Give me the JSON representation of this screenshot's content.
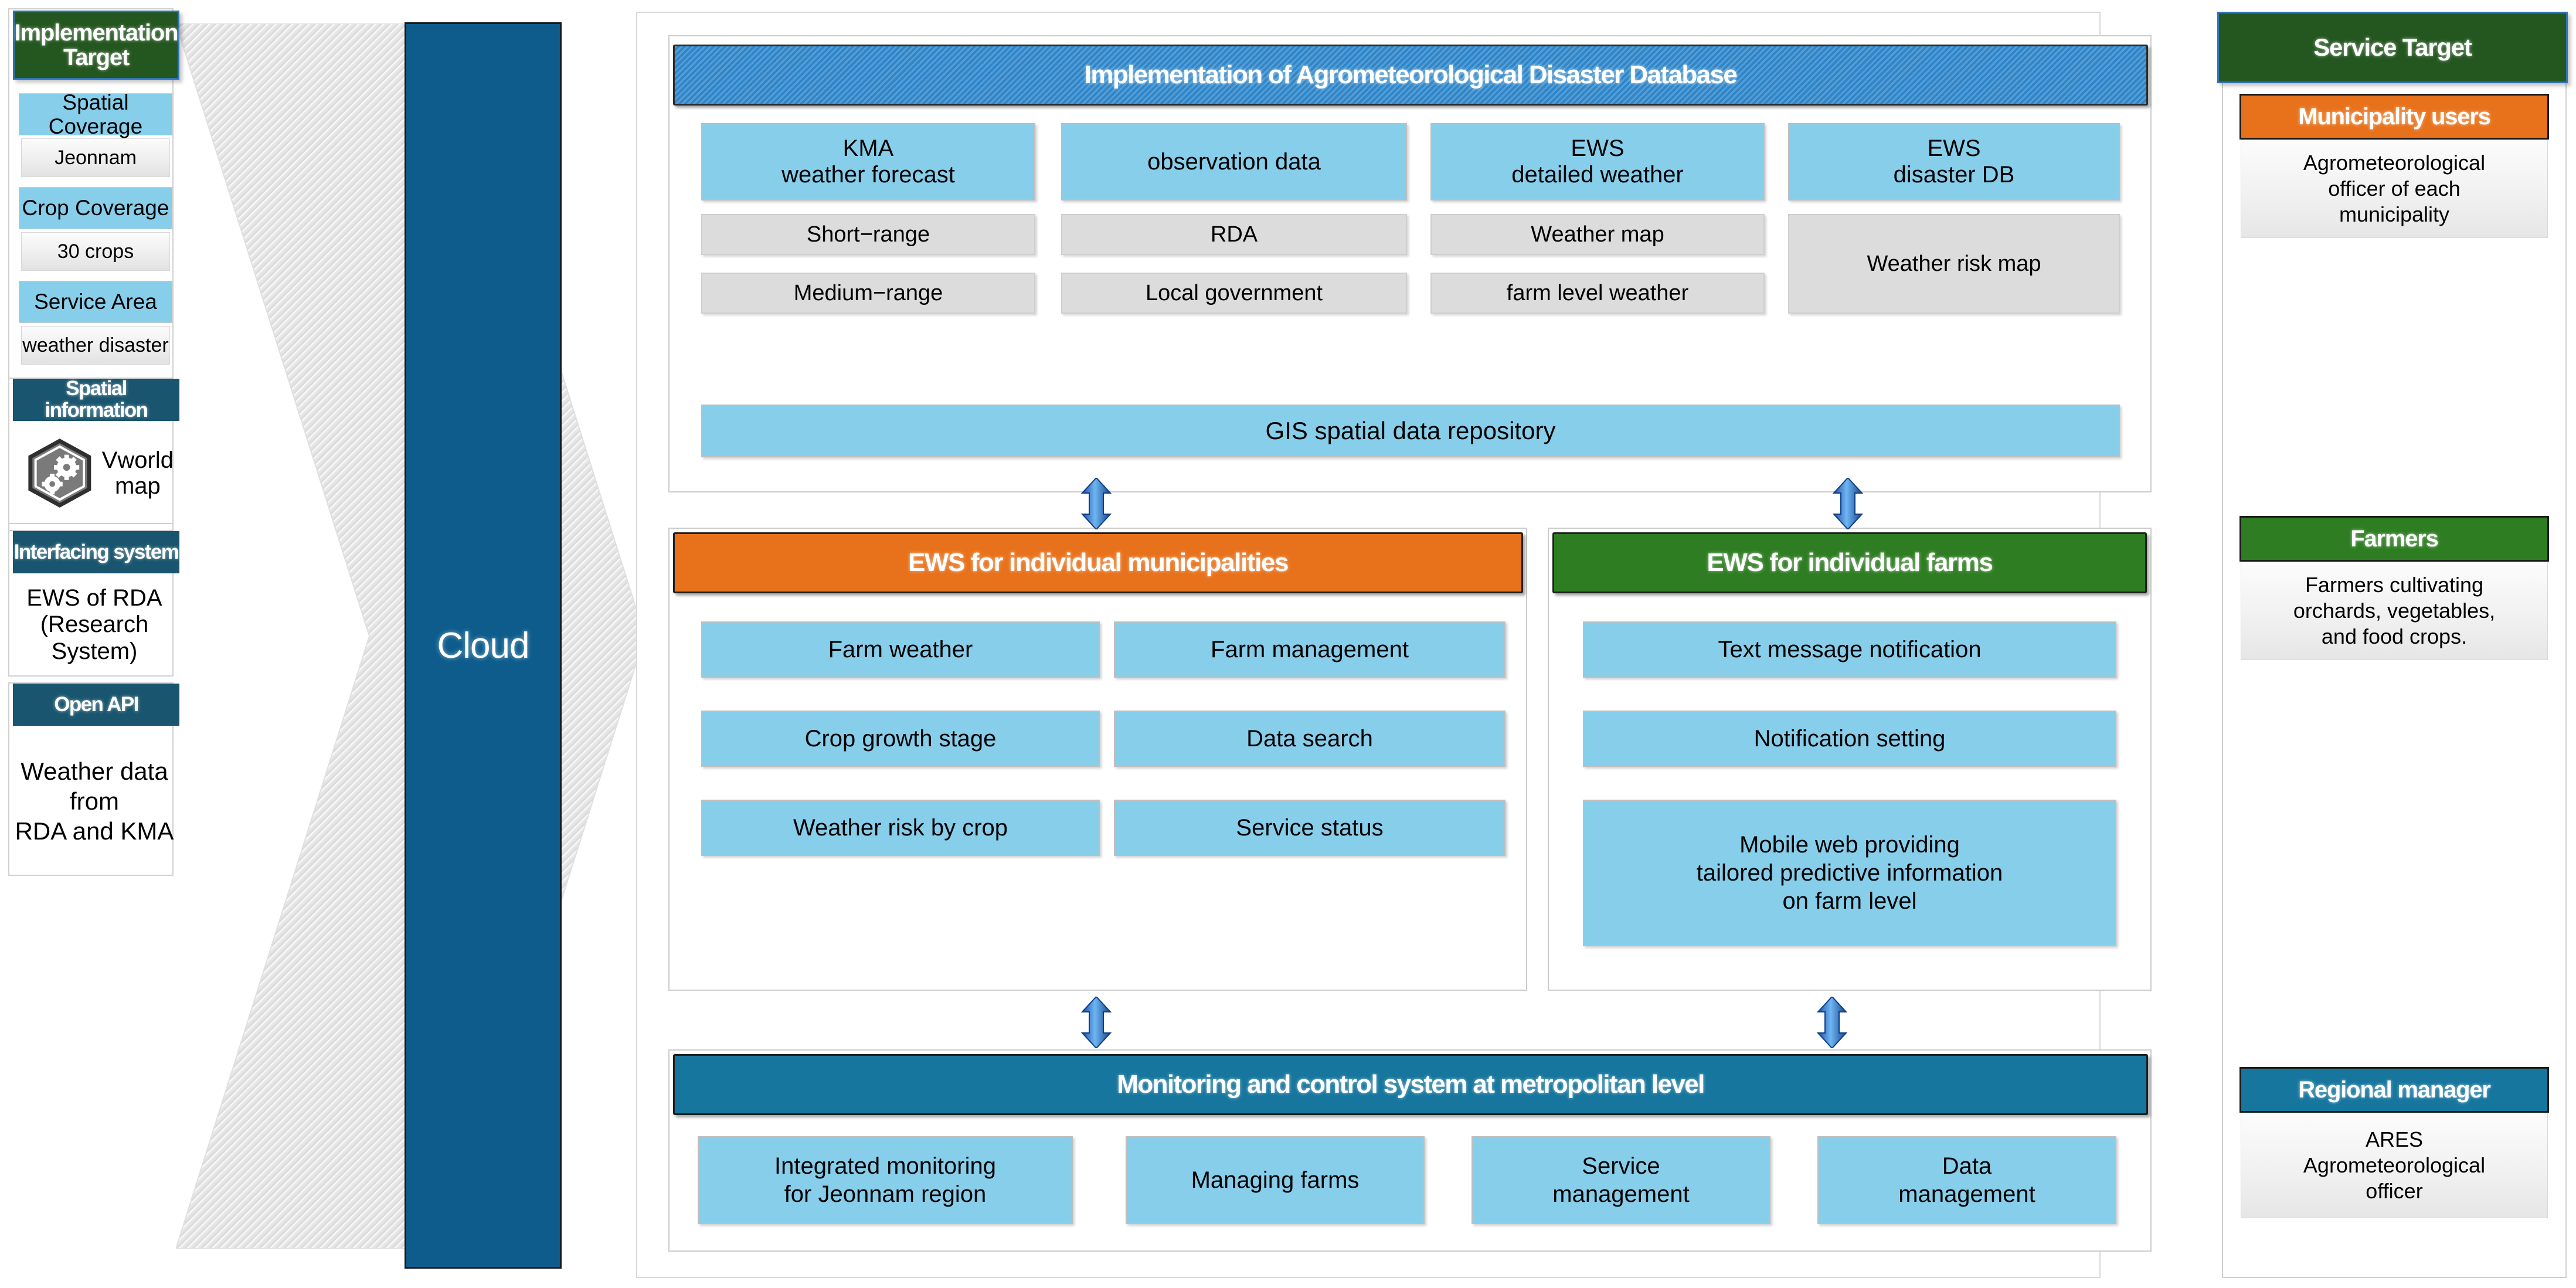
{
  "left_column": {
    "implementation_target": {
      "title": "Implementation\nTarget",
      "rows": [
        {
          "label": "Spatial Coverage",
          "value": "Jeonnam"
        },
        {
          "label": "Crop Coverage",
          "value": "30 crops"
        },
        {
          "label": "Service Area",
          "value": "weather disaster"
        }
      ]
    },
    "spatial_information": {
      "title": "Spatial information",
      "icon": "hexagon-gears-icon",
      "value": "Vworld\nmap"
    },
    "interfacing_system": {
      "title": "Interfacing system",
      "value": "EWS of RDA\n(Research System)"
    },
    "open_api": {
      "title": "Open API",
      "value": "Weather data\nfrom\nRDA and KMA"
    }
  },
  "cloud": {
    "label": "Cloud"
  },
  "database_panel": {
    "title": "Implementation of Agrometeorological Disaster Database",
    "columns": [
      {
        "head": "KMA\nweather forecast",
        "items": [
          "Short−range",
          "Medium−range"
        ]
      },
      {
        "head": "observation data",
        "items": [
          "RDA",
          "Local government"
        ]
      },
      {
        "head": "EWS\ndetailed weather",
        "items": [
          "Weather map",
          "farm level weather"
        ]
      },
      {
        "head": "EWS\ndisaster DB",
        "items": [
          "Weather risk map"
        ]
      }
    ],
    "footer_bar": "GIS spatial data repository"
  },
  "municipalities_panel": {
    "title": "EWS for individual municipalities",
    "items_left": [
      "Farm weather",
      "Crop growth stage",
      "Weather risk by crop"
    ],
    "items_right": [
      "Farm management",
      "Data search",
      "Service status"
    ]
  },
  "farms_panel": {
    "title": "EWS for individual farms",
    "items": [
      "Text message notification",
      "Notification setting",
      "Mobile web providing\ntailored predictive information\non farm level"
    ]
  },
  "monitoring_panel": {
    "title": "Monitoring and control system at metropolitan level",
    "items": [
      "Integrated monitoring\nfor Jeonnam region",
      "Managing farms",
      "Service\nmanagement",
      "Data\nmanagement"
    ]
  },
  "right_column": {
    "title": "Service Target",
    "groups": [
      {
        "head": "Municipality users",
        "body": "Agrometeorological\nofficer of each\nmunicipality",
        "color": "#E8721C"
      },
      {
        "head": "Farmers",
        "body": "Farmers cultivating\norchards, vegetables,\nand food crops.",
        "color": "#2E7D22"
      },
      {
        "head": "Regional manager",
        "body": "ARES\nAgrometeorological\nofficer",
        "color": "#16769E"
      }
    ]
  },
  "colors": {
    "dark_green": "#24571F",
    "teal_header": "#19556E",
    "cloud_blue": "#0D5C8C",
    "db_blue": "#2E86C9",
    "orange": "#E8721C",
    "green": "#2E7D22",
    "monitor_blue": "#16769E",
    "cell_blue": "#87CEEB",
    "cell_grey": "#DCDCDC",
    "arrow_blue": "#1F6FD0"
  },
  "arrows": {
    "glyph": "double-headed-vertical-arrow",
    "chevron": "right-chevron-background"
  }
}
